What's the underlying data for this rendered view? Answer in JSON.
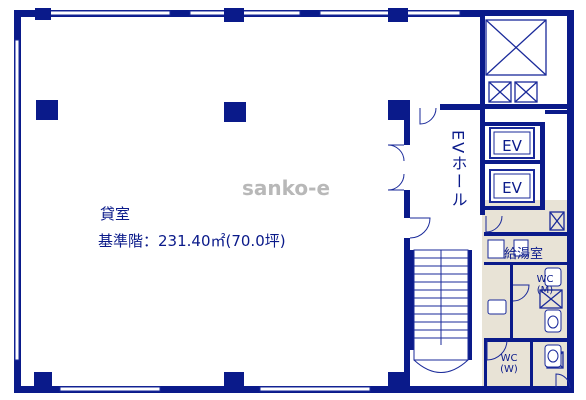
{
  "colors": {
    "wall": "#0a1a8a",
    "line": "#1a2a9a",
    "core_fill": "#e8e3d6",
    "background": "#ffffff",
    "watermark": "#b8b8b8"
  },
  "labels": {
    "room_name": "貸室",
    "area_line": "基準階：231.40㎡(70.0坪)",
    "ev_hall": "EVホール",
    "ev_1": "EV",
    "ev_2": "EV",
    "kitchenette": "給湯室",
    "wc_m_top": "WC",
    "wc_m_bottom": "(M)",
    "wc_w_top": "WC",
    "wc_w_bottom": "(W)",
    "watermark": "sanko-e"
  }
}
